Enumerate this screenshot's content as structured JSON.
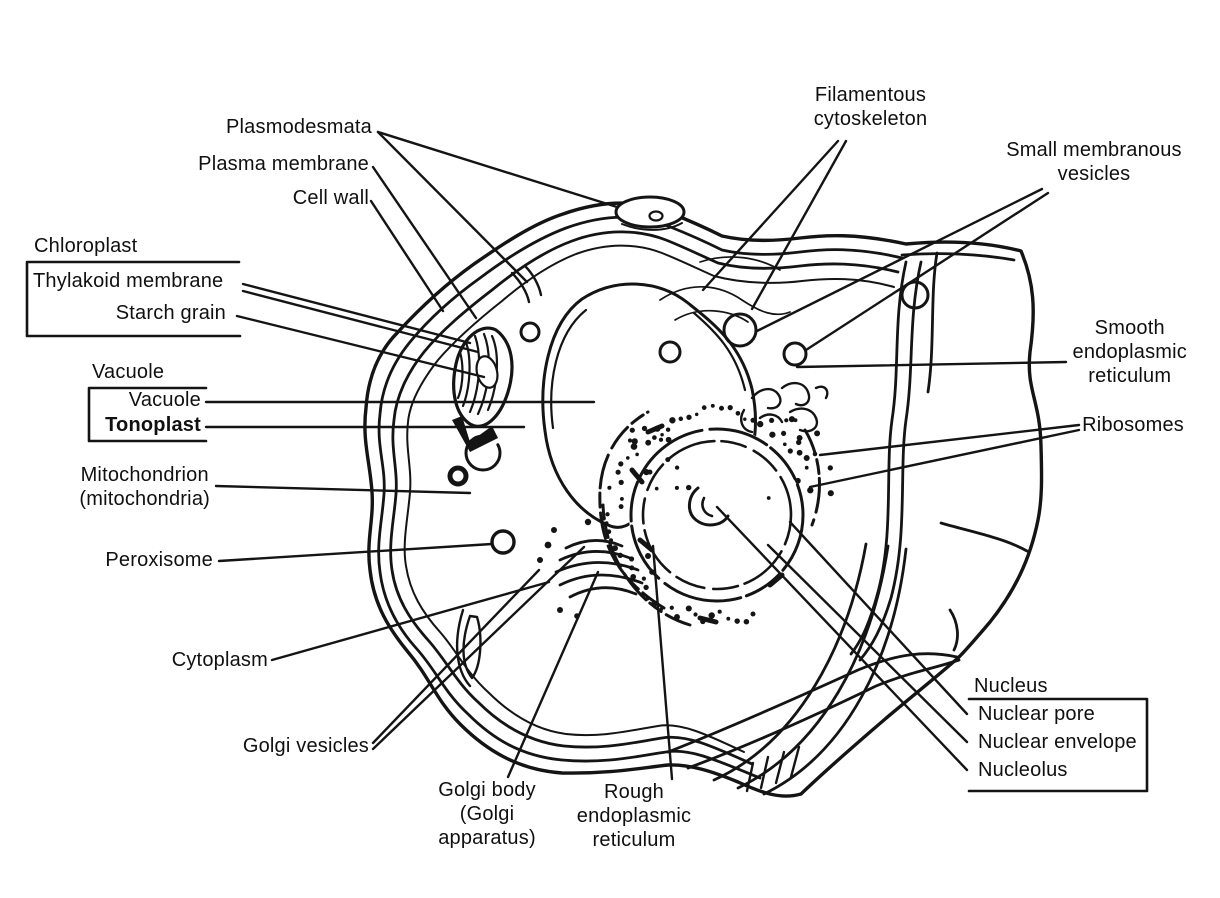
{
  "diagram": {
    "colors": {
      "ink": "#141414",
      "background": "#ffffff"
    },
    "labels": {
      "plasmodesmata": "Plasmodesmata",
      "plasma_membrane": "Plasma membrane",
      "cell_wall": "Cell wall",
      "chloroplast": {
        "title": "Chloroplast",
        "thylakoid_membrane": "Thylakoid membrane",
        "starch_grain": "Starch grain"
      },
      "vacuole": {
        "title": "Vacuole",
        "vacuole": "Vacuole",
        "tonoplast": "Tonoplast"
      },
      "mitochondrion": "Mitochondrion\n(mitochondria)",
      "peroxisome": "Peroxisome",
      "cytoplasm": "Cytoplasm",
      "golgi_vesicles": "Golgi vesicles",
      "golgi_body": "Golgi body\n(Golgi apparatus)",
      "rough_er": "Rough\nendoplasmic\nreticulum",
      "filamentous_cytoskeleton": "Filamentous\ncytoskeleton",
      "small_membranous_vesicles": "Small membranous\nvesicles",
      "smooth_er": "Smooth\nendoplasmic\nreticulum",
      "ribosomes": "Ribosomes",
      "nucleus": {
        "title": "Nucleus",
        "nuclear_pore": "Nuclear pore",
        "nuclear_envelope": "Nuclear envelope",
        "nucleolus": "Nucleolus"
      }
    }
  }
}
